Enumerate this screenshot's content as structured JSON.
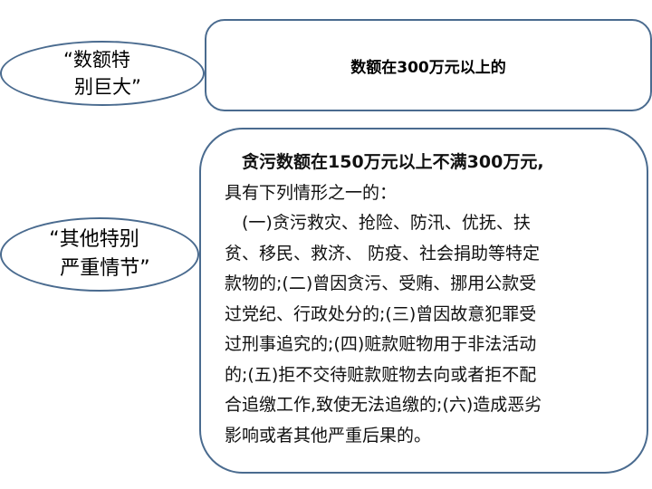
{
  "category1": {
    "label_line1": "“数额特",
    "label_line2": "别巨大”",
    "definition": "数额在300万元以上的"
  },
  "category2": {
    "label_line1": "“其他特别",
    "label_line2": "严重情节”",
    "lines": [
      "　贪污数额在150万元以上不满300万元,",
      "具有下列情形之一的：",
      "　(一)贪污救灾、抢险、防汛、优抚、扶",
      "贫、移民、救济、 防疫、社会捐助等特定",
      "款物的;(二)曾因贪污、受贿、挪用公款受",
      "过党纪、行政处分的;(三)曾因故意犯罪受",
      "过刑事追究的;(四)赃款赃物用于非法活动",
      "的;(五)拒不交待赃款赃物去向或者拒不配",
      "合追缴工作,致使无法追缴的;(六)造成恶劣",
      "影响或者其他严重后果的。"
    ]
  },
  "colors": {
    "border": "#4a6b8f"
  }
}
